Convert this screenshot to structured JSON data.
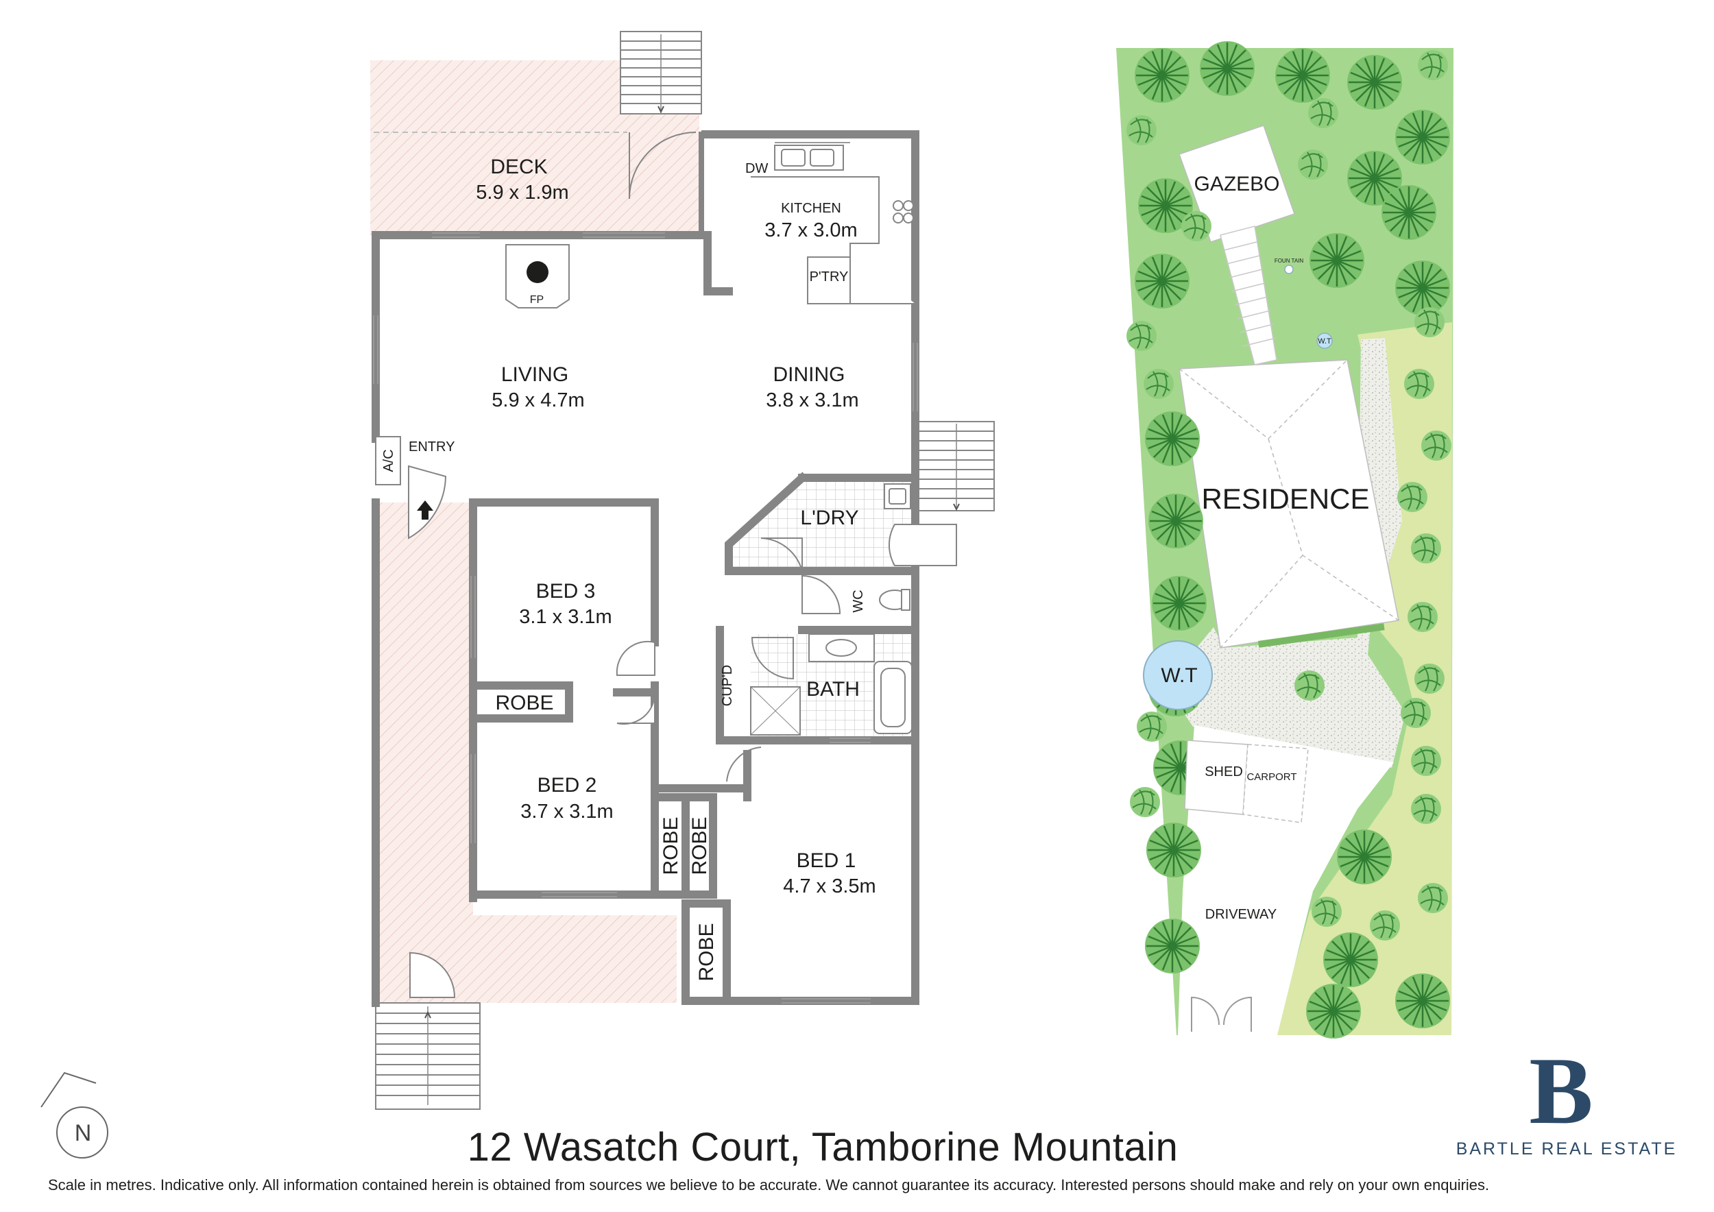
{
  "title": "12 Wasatch Court, Tamborine Mountain",
  "disclaimer": "Scale in metres. Indicative only. All information contained herein is obtained from sources we believe to be accurate. We cannot guarantee its accuracy. Interested persons should make and rely on your own enquiries.",
  "brand": {
    "monogram": "B",
    "name": "BARTLE REAL ESTATE",
    "color": "#2c4a68"
  },
  "compass": {
    "label": "N",
    "icon": "north-arrow-icon"
  },
  "rooms": {
    "deck": {
      "name": "DECK",
      "dims": "5.9 x 1.9m"
    },
    "kitchen": {
      "name": "KITCHEN",
      "dims": "3.7 x 3.0m"
    },
    "dw": "DW",
    "pantry": "P'TRY",
    "fp": "FP",
    "living": {
      "name": "LIVING",
      "dims": "5.9 x 4.7m"
    },
    "dining": {
      "name": "DINING",
      "dims": "3.8 x 3.1m"
    },
    "ac": "A/C",
    "entry": "ENTRY",
    "laundry": "L'DRY",
    "wc": "WC",
    "bed3": {
      "name": "BED 3",
      "dims": "3.1 x 3.1m"
    },
    "robe": "ROBE",
    "cupboard": "CUP'D",
    "bath": "BATH",
    "bed2": {
      "name": "BED 2",
      "dims": "3.7 x 3.1m"
    },
    "bed1": {
      "name": "BED 1",
      "dims": "4.7 x 3.5m"
    }
  },
  "site": {
    "gazebo": "GAZEBO",
    "fountain": "FOUN TAIN",
    "wt_small": "W.T",
    "residence": "RESIDENCE",
    "wt": "W.T",
    "shed": "SHED",
    "carport": "CARPORT",
    "driveway": "DRIVEWAY"
  },
  "colors": {
    "wall": "#858585",
    "deck_fill": "#f7e7e3",
    "lawn": "#a5d88e",
    "lawn_light": "#dbe8a8",
    "tree": "#5fae55",
    "water_tank": "#bfe2f6",
    "gravel": "#e9eae6",
    "brand": "#2c4a68"
  }
}
